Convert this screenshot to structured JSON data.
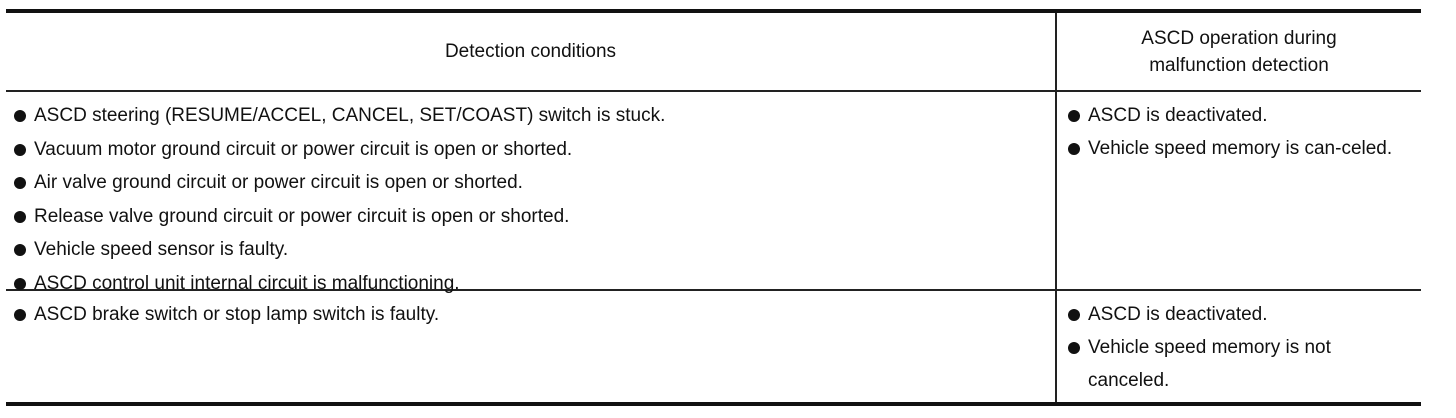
{
  "headers": {
    "detection": "Detection conditions",
    "operation_line1": "ASCD operation during",
    "operation_line2": "malfunction detection"
  },
  "rows": [
    {
      "conditions": [
        "ASCD steering (RESUME/ACCEL, CANCEL, SET/COAST) switch is stuck.",
        "Vacuum motor ground circuit or power circuit is open or shorted.",
        "Air valve ground circuit or power circuit is open or shorted.",
        "Release valve ground circuit or power circuit is open or shorted.",
        "Vehicle speed sensor is faulty.",
        "ASCD control unit internal circuit is malfunctioning."
      ],
      "operation": [
        "ASCD is deactivated.",
        "Vehicle speed memory is can-celed."
      ]
    },
    {
      "conditions": [
        "ASCD brake switch or stop lamp switch is faulty."
      ],
      "operation": [
        "ASCD is deactivated.",
        "Vehicle speed memory is not canceled."
      ]
    }
  ]
}
